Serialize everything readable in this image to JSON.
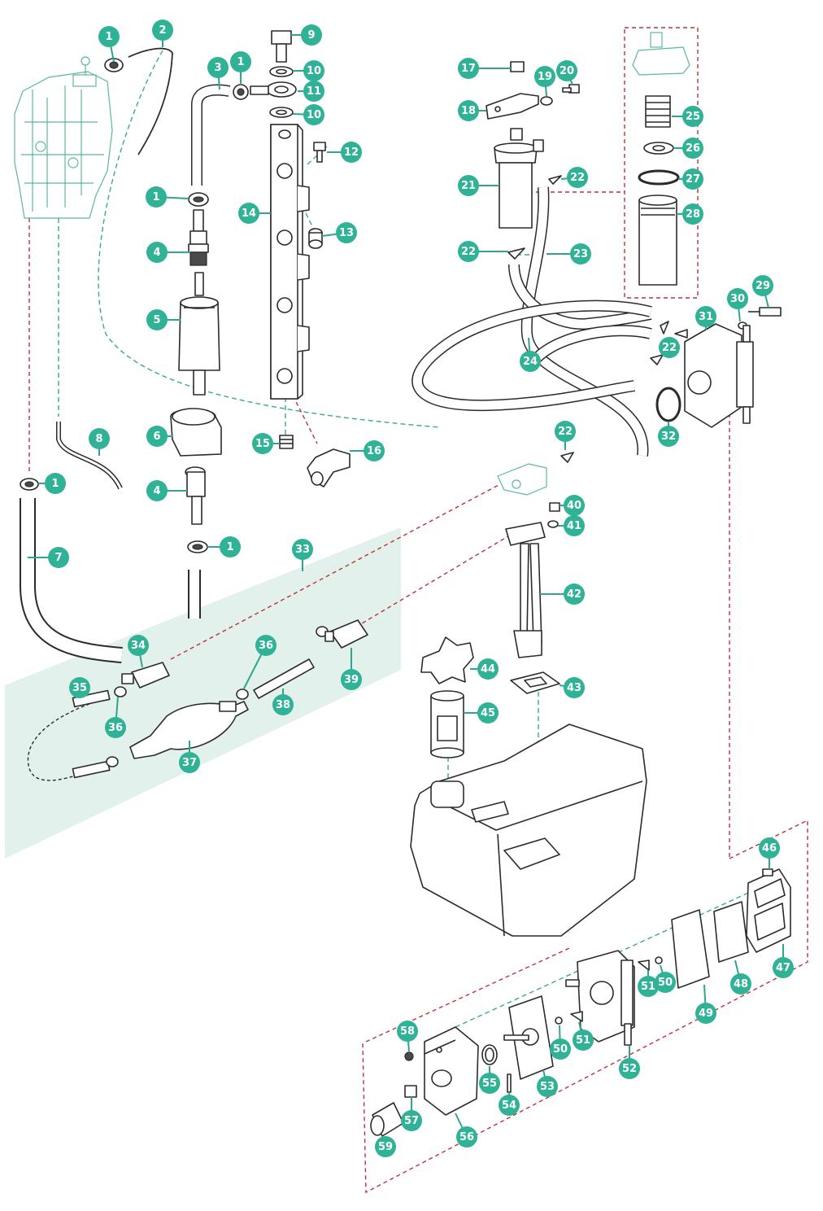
{
  "colors": {
    "callout": "#2fb295",
    "leader": "#2fa58e",
    "red_dash": "#c0303a",
    "teal_dash": "#3aa892",
    "highlight_panel": "#e3f1ec",
    "line": "#2b2b2b"
  },
  "callouts": [
    {
      "id": "c1a",
      "label": "1"
    },
    {
      "id": "c2",
      "label": "2"
    },
    {
      "id": "c3",
      "label": "3"
    },
    {
      "id": "c1b",
      "label": "1"
    },
    {
      "id": "c9",
      "label": "9"
    },
    {
      "id": "c10a",
      "label": "10"
    },
    {
      "id": "c11",
      "label": "11"
    },
    {
      "id": "c10b",
      "label": "10"
    },
    {
      "id": "c12",
      "label": "12"
    },
    {
      "id": "c1c",
      "label": "1"
    },
    {
      "id": "c14",
      "label": "14"
    },
    {
      "id": "c13",
      "label": "13"
    },
    {
      "id": "c4a",
      "label": "4"
    },
    {
      "id": "c5",
      "label": "5"
    },
    {
      "id": "c6",
      "label": "6"
    },
    {
      "id": "c4b",
      "label": "4"
    },
    {
      "id": "c8",
      "label": "8"
    },
    {
      "id": "c1d",
      "label": "1"
    },
    {
      "id": "c1e",
      "label": "1"
    },
    {
      "id": "c15",
      "label": "15"
    },
    {
      "id": "c16",
      "label": "16"
    },
    {
      "id": "c7",
      "label": "7"
    },
    {
      "id": "c33",
      "label": "33"
    },
    {
      "id": "c17",
      "label": "17"
    },
    {
      "id": "c20",
      "label": "20"
    },
    {
      "id": "c19",
      "label": "19"
    },
    {
      "id": "c18",
      "label": "18"
    },
    {
      "id": "c22a",
      "label": "22"
    },
    {
      "id": "c21",
      "label": "21"
    },
    {
      "id": "c22b",
      "label": "22"
    },
    {
      "id": "c23",
      "label": "23"
    },
    {
      "id": "c25",
      "label": "25"
    },
    {
      "id": "c26",
      "label": "26"
    },
    {
      "id": "c27",
      "label": "27"
    },
    {
      "id": "c28",
      "label": "28"
    },
    {
      "id": "c29",
      "label": "29"
    },
    {
      "id": "c30",
      "label": "30"
    },
    {
      "id": "c31",
      "label": "31"
    },
    {
      "id": "c22c",
      "label": "22"
    },
    {
      "id": "c24",
      "label": "24"
    },
    {
      "id": "c32",
      "label": "32"
    },
    {
      "id": "c22d",
      "label": "22"
    },
    {
      "id": "c40",
      "label": "40"
    },
    {
      "id": "c41",
      "label": "41"
    },
    {
      "id": "c42",
      "label": "42"
    },
    {
      "id": "c34",
      "label": "34"
    },
    {
      "id": "c36a",
      "label": "36"
    },
    {
      "id": "c39",
      "label": "39"
    },
    {
      "id": "c35",
      "label": "35"
    },
    {
      "id": "c36b",
      "label": "36"
    },
    {
      "id": "c38",
      "label": "38"
    },
    {
      "id": "c37",
      "label": "37"
    },
    {
      "id": "c44",
      "label": "44"
    },
    {
      "id": "c43",
      "label": "43"
    },
    {
      "id": "c45",
      "label": "45"
    },
    {
      "id": "c46",
      "label": "46"
    },
    {
      "id": "c47",
      "label": "47"
    },
    {
      "id": "c48",
      "label": "48"
    },
    {
      "id": "c49",
      "label": "49"
    },
    {
      "id": "c50a",
      "label": "50"
    },
    {
      "id": "c51a",
      "label": "51"
    },
    {
      "id": "c51b",
      "label": "51"
    },
    {
      "id": "c50b",
      "label": "50"
    },
    {
      "id": "c52",
      "label": "52"
    },
    {
      "id": "c58",
      "label": "58"
    },
    {
      "id": "c55",
      "label": "55"
    },
    {
      "id": "c53",
      "label": "53"
    },
    {
      "id": "c54",
      "label": "54"
    },
    {
      "id": "c57",
      "label": "57"
    },
    {
      "id": "c56",
      "label": "56"
    },
    {
      "id": "c59",
      "label": "59"
    }
  ]
}
